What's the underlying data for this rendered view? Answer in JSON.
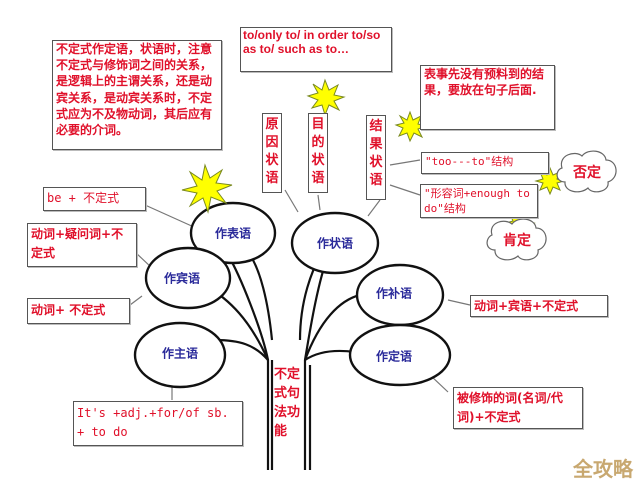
{
  "title": "不定式句法功能",
  "colors": {
    "box_text": "#e0102a",
    "ellipse_text": "#2a2a9a",
    "star_fill": "#ffff00",
    "watermark": "#c8a870"
  },
  "root": {
    "label": "不定式句法功能"
  },
  "functions": [
    {
      "id": "predicative",
      "label": "作表语"
    },
    {
      "id": "adverbial",
      "label": "作状语"
    },
    {
      "id": "object",
      "label": "作宾语"
    },
    {
      "id": "complement",
      "label": "作补语"
    },
    {
      "id": "subject",
      "label": "作主语"
    },
    {
      "id": "attributive",
      "label": "作定语"
    }
  ],
  "notes": {
    "attributive_adverbial_note": "不定式作定语，状语时，注意不定式与修饰词之间的关系，是逻辑上的主谓关系，还是动宾关系，是动宾关系时，不定式应为不及物动词，其后应有必要的介词。",
    "purpose_phrases": "to/only to/ in order to/so as to/ such as to…",
    "result_note": "表事先没有预料到的结果，要放在句子后面.",
    "reason_adverbial": "原因状语",
    "purpose_adverbial": "目的状语",
    "result_adverbial": "结果状语",
    "too_to": "\"too---to\"结构",
    "enough_to": "\"形容词+enough to do\"结构",
    "negative": "否定",
    "positive": "肯定",
    "be_inf": "be + 不定式",
    "verb_wh_inf": "动词+疑问词+不定式",
    "verb_inf": "动词+ 不定式",
    "verb_obj_inf": "动词+宾语+不定式",
    "its_adj": "It's +adj.+for/of sb. + to do",
    "modified_word": "被修饰的词(名词/代词)+不定式"
  },
  "watermark": "全攻略"
}
